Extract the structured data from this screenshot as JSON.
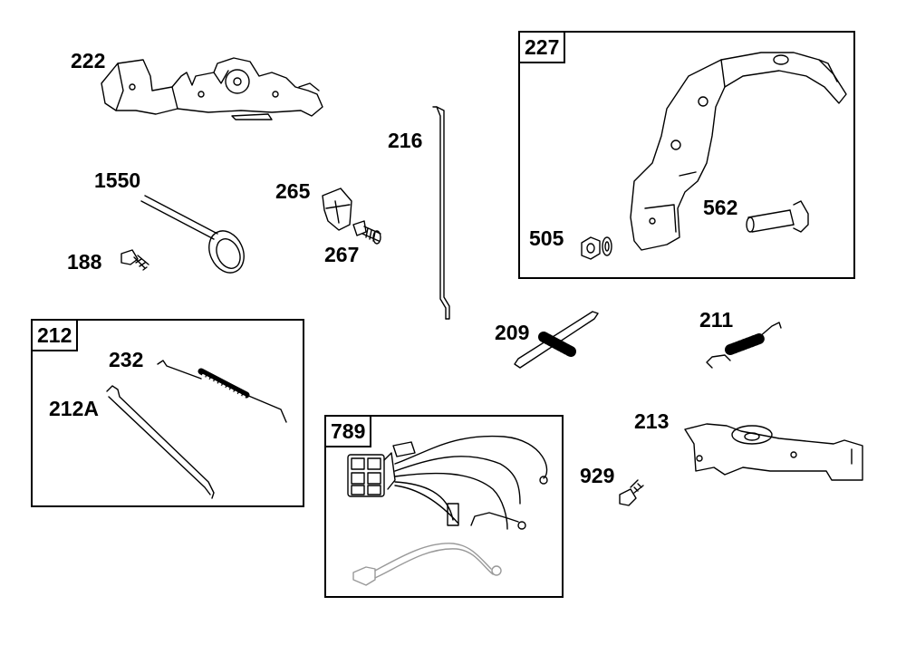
{
  "groups": {
    "g227": "227",
    "g212": "212",
    "g789": "789"
  },
  "labels": {
    "l222": "222",
    "l1550": "1550",
    "l188": "188",
    "l265": "265",
    "l267": "267",
    "l216": "216",
    "l505": "505",
    "l562": "562",
    "l232": "232",
    "l212A": "212A",
    "l209": "209",
    "l211": "211",
    "l213": "213",
    "l929": "929"
  }
}
